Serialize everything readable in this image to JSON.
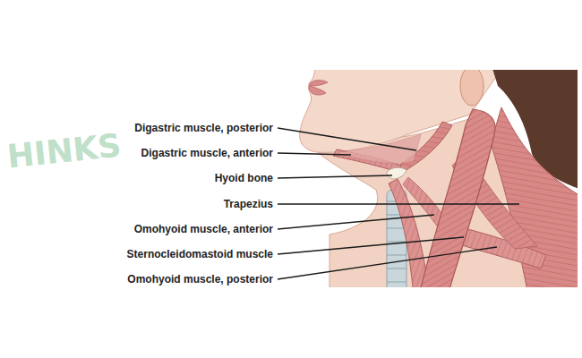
{
  "diagram": {
    "labels": [
      "Digastric muscle, posterior",
      "Digastric muscle, anterior",
      "Hyoid bone",
      "Trapezius",
      "Omohyoid muscle, anterior",
      "Sternocleidomastoid muscle",
      "Omohyoid muscle, posterior",
      "HINKS"
    ]
  }
}
